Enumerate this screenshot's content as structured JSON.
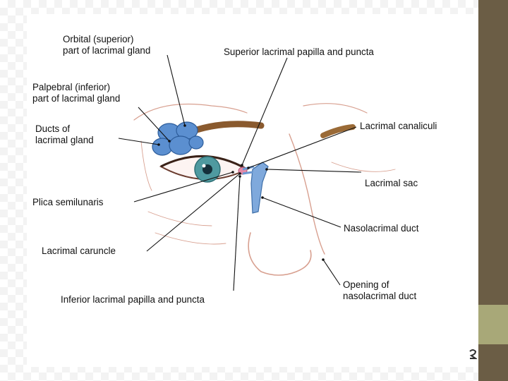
{
  "diagram": {
    "labels": {
      "orbital_line1": "Orbital (superior)",
      "orbital_line2": "part of lacrimal gland",
      "superior_papilla": "Superior lacrimal papilla and puncta",
      "palpebral_line1": "Palpebral (inferior)",
      "palpebral_line2": "part of lacrimal gland",
      "ducts_line1": "Ducts of",
      "ducts_line2": "lacrimal gland",
      "canaliculi": "Lacrimal canaliculi",
      "sac": "Lacrimal sac",
      "plica": "Plica semilunaris",
      "nasolacrimal_duct": "Nasolacrimal duct",
      "caruncle": "Lacrimal caruncle",
      "opening_line1": "Opening of",
      "opening_line2": "nasolacrimal duct",
      "inferior_papilla": "Inferior lacrimal papilla and puncta"
    }
  },
  "colors": {
    "side_bar_dark": "#6b5d45",
    "side_bar_light": "#a8a878",
    "gland_blue": "#5b8fd0",
    "duct_blue": "#7fa9dc",
    "skin_line": "#d8a090",
    "iris": "#4f9aa0"
  }
}
